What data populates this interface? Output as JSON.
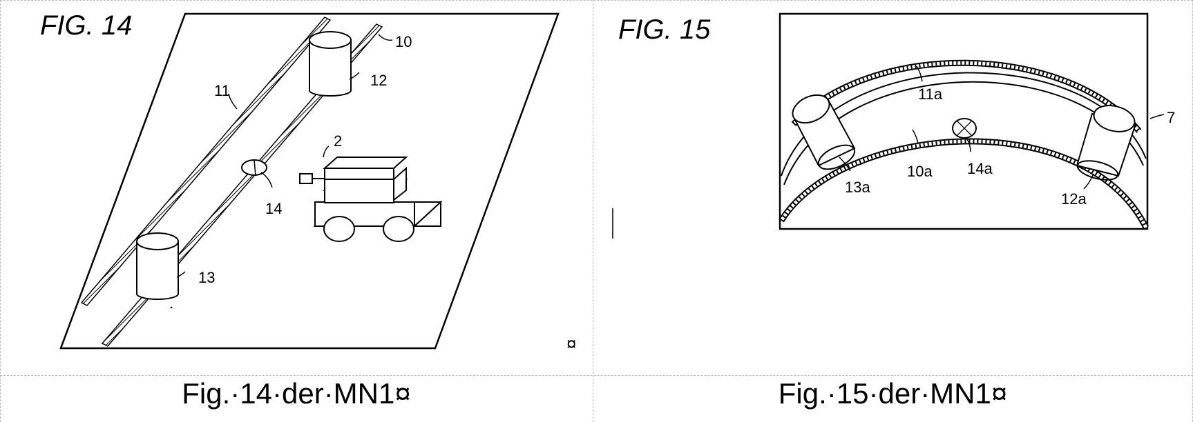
{
  "figure_left": {
    "title": "FIG. 14",
    "labels": {
      "rail_right": "10",
      "rail_left": "11",
      "marker_top": "12",
      "marker_bottom": "13",
      "marker_mid": "14",
      "vehicle": "2"
    },
    "caption": "Fig.·14·der·MN1¤",
    "end_mark": "¤"
  },
  "figure_right": {
    "title": "FIG. 15",
    "labels": {
      "outer": "7",
      "rail_top": "11a",
      "rail_bottom": "10a",
      "marker_mid": "14a",
      "marker_left": "13a",
      "marker_right": "12a"
    },
    "caption": "Fig.·15·der·MN1¤"
  }
}
